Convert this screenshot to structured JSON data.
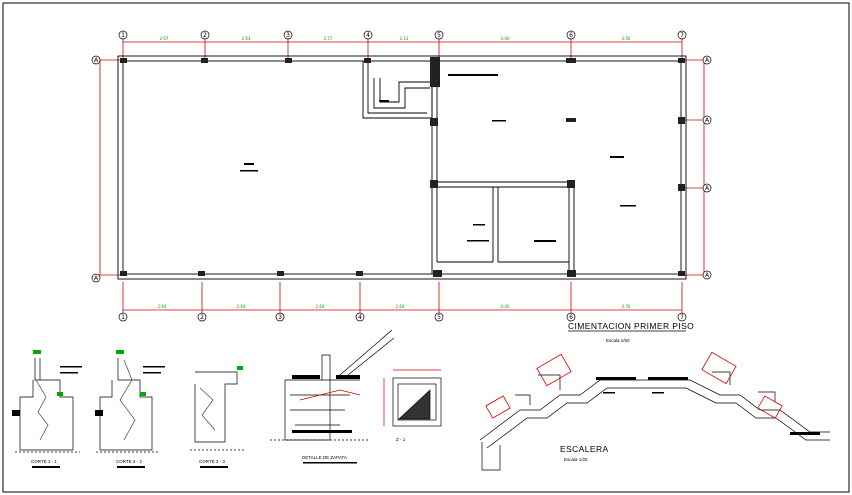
{
  "plan": {
    "title": "CIMENTACION  PRIMER  PISO",
    "scale": "Escala  1/50",
    "axes_top": [
      "1",
      "2",
      "3",
      "4",
      "5",
      "6",
      "7"
    ],
    "axes_right": [
      "A",
      "A",
      "A",
      "A"
    ],
    "axes_left": [
      "A",
      "A"
    ]
  },
  "sections": {
    "corte1": "CORTE 1 - 1",
    "corte2": "CORTE 2 - 2",
    "corte3": "CORTE 3 - 3",
    "detalle": "DETALLE DE ZAPATA",
    "z1": "Z - 1"
  },
  "stair": {
    "title": "ESCALERA",
    "scale": "Escala  1/25"
  },
  "colors": {
    "border": "#000000",
    "red_lines": "#d40000",
    "green_text": "#00aa00",
    "walls": "#000000"
  }
}
